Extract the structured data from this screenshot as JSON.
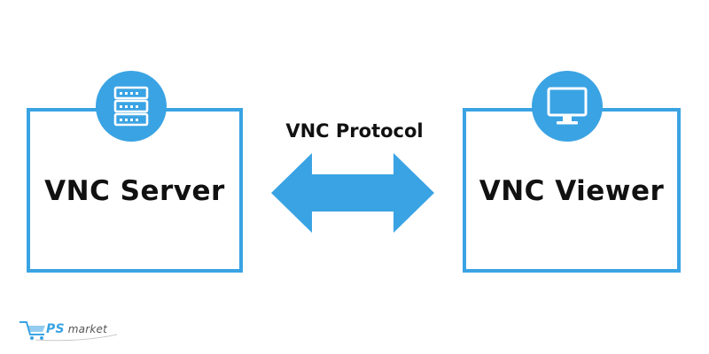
{
  "diagram": {
    "server": {
      "label": "VNC Server",
      "icon": "server-icon"
    },
    "viewer": {
      "label": "VNC Viewer",
      "icon": "monitor-icon"
    },
    "connection": {
      "label": "VNC Protocol",
      "icon": "double-arrow-icon"
    }
  },
  "branding": {
    "logo_text_ps": "PS",
    "logo_text_market": "market"
  },
  "colors": {
    "accent": "#3aa3e3",
    "text": "#111111",
    "background": "#ffffff"
  }
}
